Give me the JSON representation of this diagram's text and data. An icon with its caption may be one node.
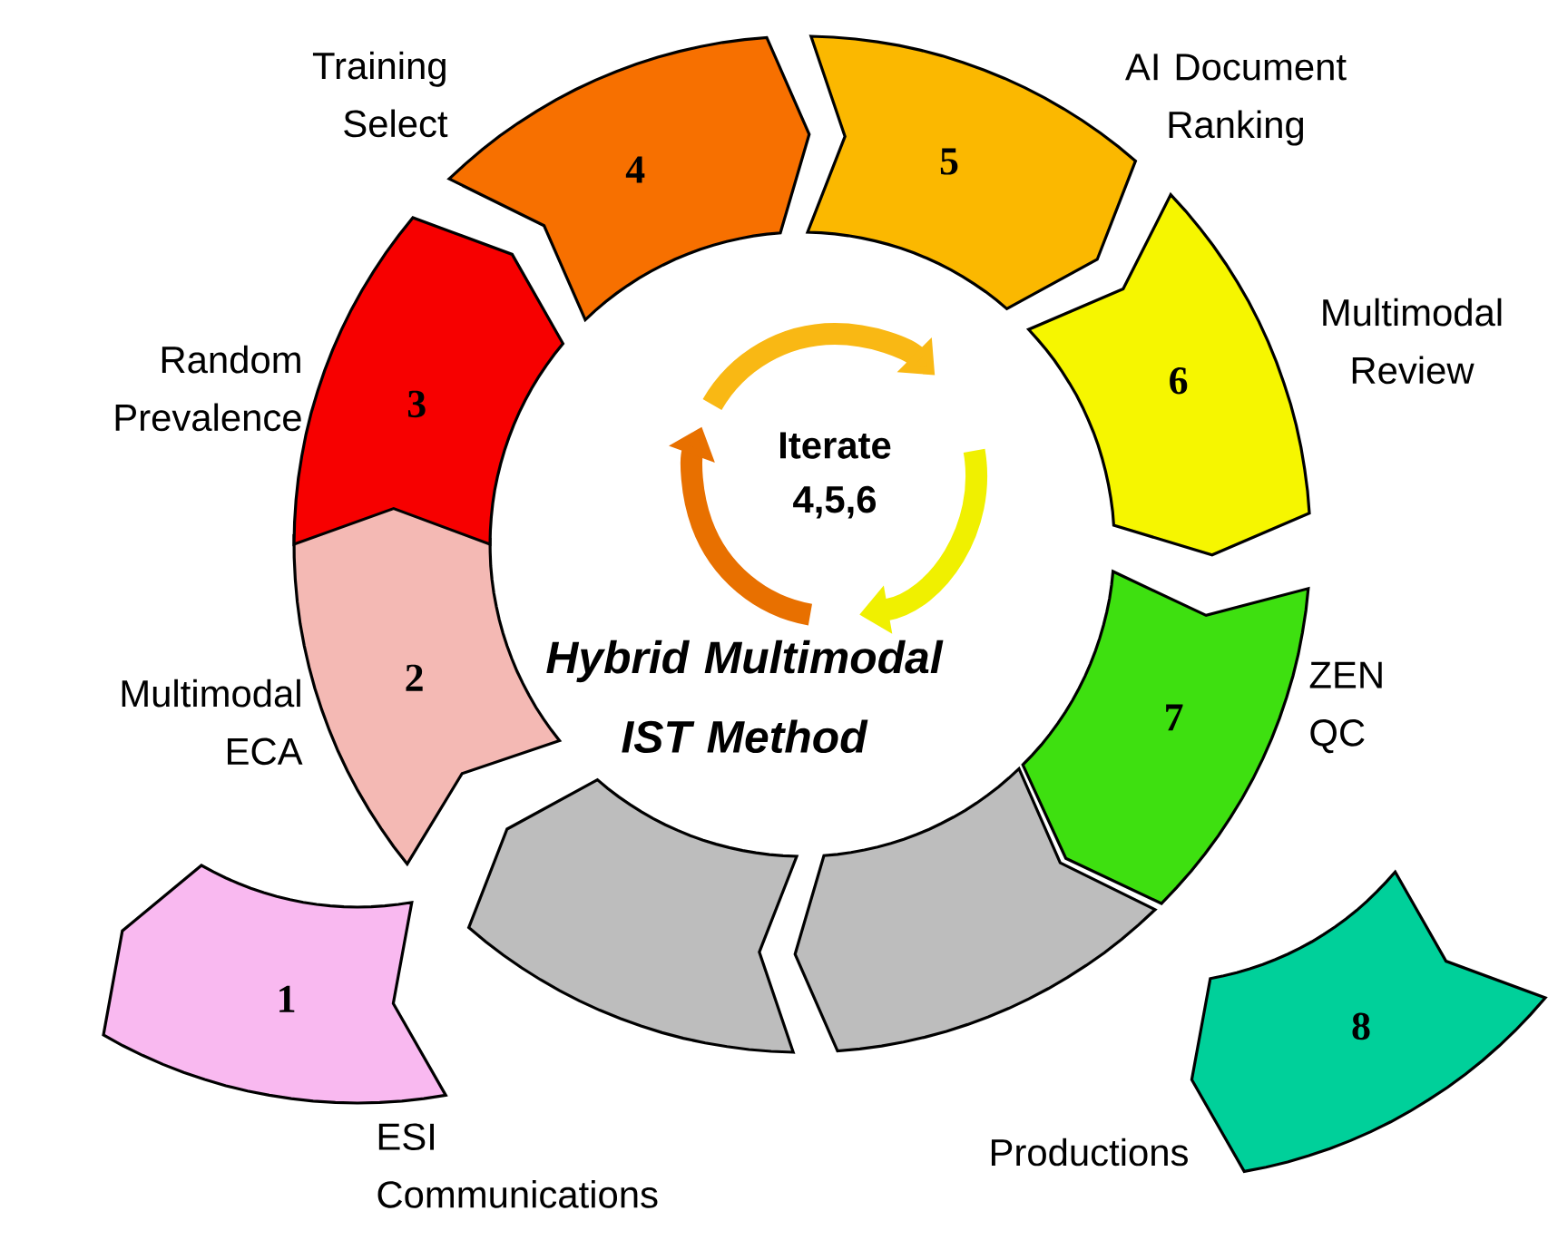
{
  "diagram": {
    "title": "Hybrid Multimodal IST Method",
    "nodes": [
      {
        "text": [
          "1"
        ],
        "beside": [
          "ESI Communications"
        ]
      },
      {
        "text": [
          "2"
        ],
        "beside": [
          "Multimodal ECA"
        ]
      },
      {
        "text": [
          "3"
        ],
        "beside": [
          "Random Prevalence"
        ]
      },
      {
        "text": [
          "4"
        ],
        "beside": [
          "Training Select"
        ]
      },
      {
        "text": [
          "5"
        ],
        "beside": [
          "AI Document Ranking"
        ]
      },
      {
        "text": [
          "6"
        ],
        "beside": [
          "Multimodal Review"
        ]
      },
      {
        "text": [
          "7"
        ],
        "beside": [
          "ZEN QC"
        ]
      },
      {
        "text": [
          "8"
        ],
        "beside": [
          "Productions"
        ]
      },
      {
        "text": [],
        "shape": "box"
      },
      {
        "text": [],
        "shape": "box"
      }
    ],
    "labels": [
      "Iterate 4,5,6"
    ]
  }
}
